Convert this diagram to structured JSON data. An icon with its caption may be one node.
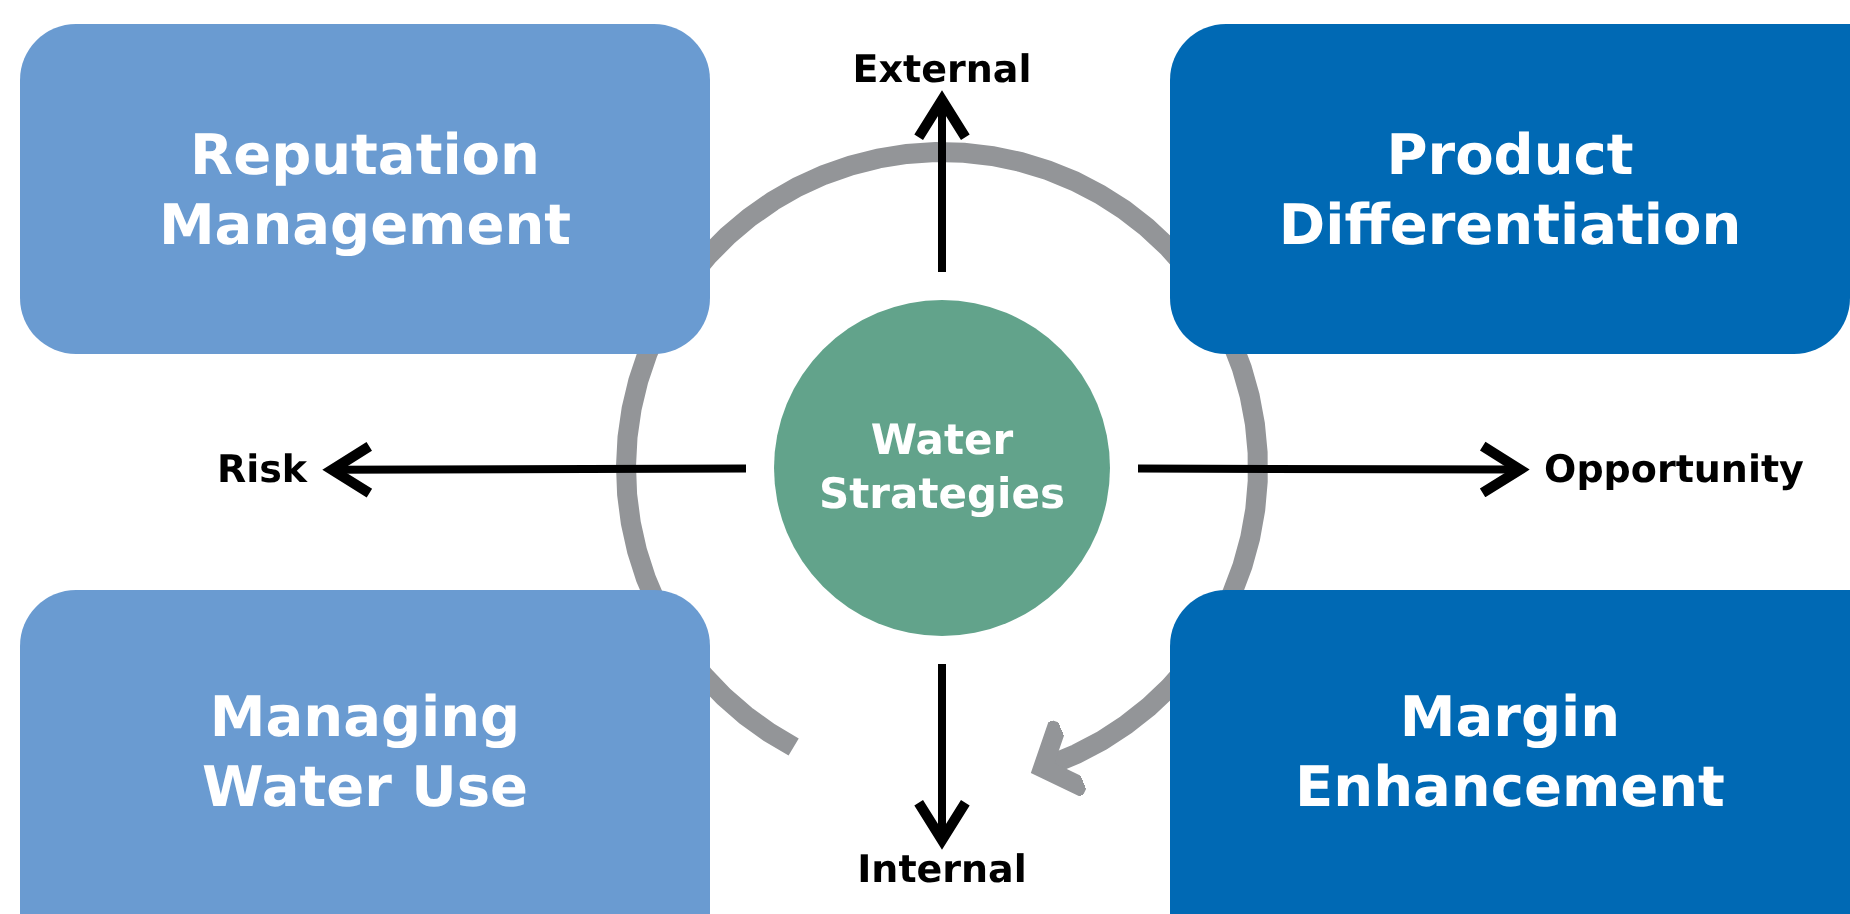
{
  "diagram": {
    "nodes": [
      {
        "text": [
          "Reputation Management"
        ]
      },
      {
        "text": [
          "Product Differentiation"
        ]
      },
      {
        "text": [
          "Water Strategies"
        ]
      },
      {
        "text": [
          "Managing Water Use"
        ]
      },
      {
        "text": [
          "Margin Enhancement"
        ]
      },
      {
        "text": [
          "External"
        ]
      },
      {
        "text": [
          "Risk"
        ]
      },
      {
        "text": [
          "Opportunity"
        ]
      },
      {
        "text": [
          "Internal"
        ]
      }
    ],
    "edges": [
      {
        "from": 2,
        "to": 5,
        "arrow": "to"
      },
      {
        "from": 2,
        "to": 6,
        "arrow": "to"
      },
      {
        "from": 2,
        "to": 7,
        "arrow": "to"
      },
      {
        "from": 2,
        "to": 8,
        "arrow": "to"
      }
    ]
  }
}
